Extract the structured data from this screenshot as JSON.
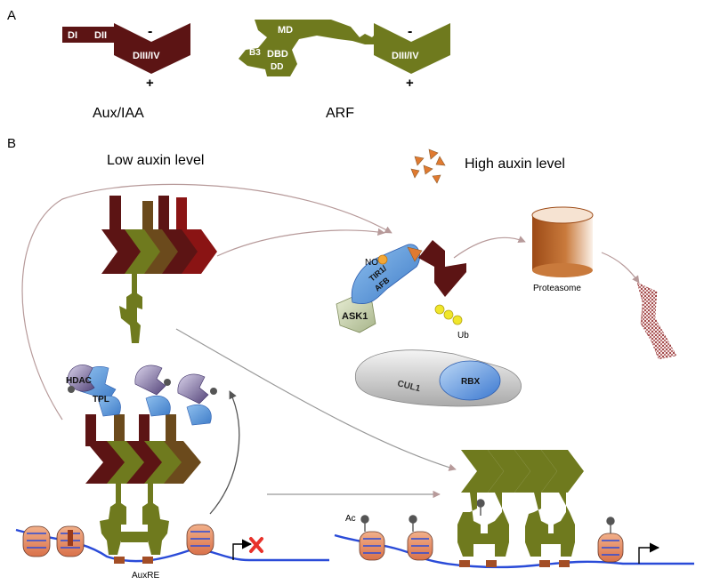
{
  "panel_a": {
    "label": "A",
    "auxiaa": {
      "domain_1": "DI",
      "domain_2": "DII",
      "domain_3": "DIII/IV",
      "minus": "-",
      "plus": "+",
      "caption": "Aux/IAA"
    },
    "arf": {
      "md": "MD",
      "b3": "B3",
      "dbd": "DBD",
      "dd": "DD",
      "domain_3": "DIII/IV",
      "minus": "-",
      "plus": "+",
      "caption": "ARF"
    }
  },
  "panel_b": {
    "label": "B",
    "low_auxin": "Low auxin level",
    "high_auxin": "High auxin level",
    "hdac": "HDAC",
    "tpl": "TPL",
    "no": "NO",
    "tir1_line1": "TIR1/",
    "tir1_line2": "AFB",
    "ask1": "ASK1",
    "cul1": "CUL1",
    "rbx": "RBX",
    "ub": "Ub",
    "proteasome": "Proteasome",
    "auxre": "AuxRE",
    "ac": "Ac"
  },
  "colors": {
    "auxiaa": "#5c1414",
    "arf": "#6f7a1e",
    "dna": "#2a4bd8",
    "nucleosome": "#e08a5a",
    "tpl": "#5f97d4",
    "hdac": "#6b5a8e",
    "proteasome": "#b8632a",
    "repress_x": "#e8322a",
    "auxin": "#e07a30"
  }
}
